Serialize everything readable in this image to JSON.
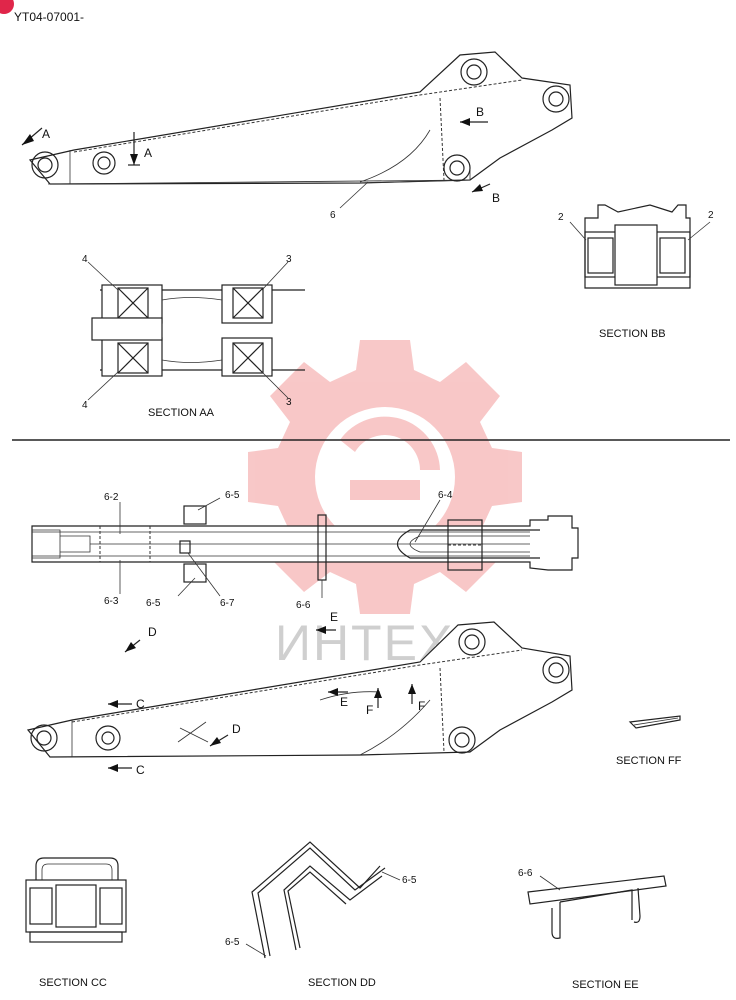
{
  "doc_id": "YT04-07001-",
  "watermark": {
    "text": "ИНТЕХ",
    "color": "#f2a6a6"
  },
  "upper_view": {
    "labels": {
      "a1": "A",
      "a2": "A",
      "b1": "B",
      "b2": "B",
      "part6": "6"
    }
  },
  "section_aa": {
    "title": "SECTION AA",
    "callouts": [
      "4",
      "3",
      "4",
      "3"
    ]
  },
  "section_bb": {
    "title": "SECTION BB",
    "callouts": [
      "2",
      "2"
    ]
  },
  "top_view": {
    "callouts": {
      "c62": "6-2",
      "c65a": "6-5",
      "c64": "6-4",
      "c63": "6-3",
      "c65b": "6-5",
      "c67": "6-7",
      "c66": "6-6"
    }
  },
  "lower_view": {
    "labels": {
      "d1": "D",
      "e1": "E",
      "e2": "E",
      "c1": "C",
      "c2": "C",
      "f1": "F",
      "f2": "F",
      "d2": "D"
    }
  },
  "section_ff": {
    "title": "SECTION FF"
  },
  "section_cc": {
    "title": "SECTION CC"
  },
  "section_dd": {
    "title": "SECTION DD",
    "callouts": [
      "6-5",
      "6-5"
    ]
  },
  "section_ee": {
    "title": "SECTION EE",
    "callouts": [
      "6-6"
    ]
  }
}
